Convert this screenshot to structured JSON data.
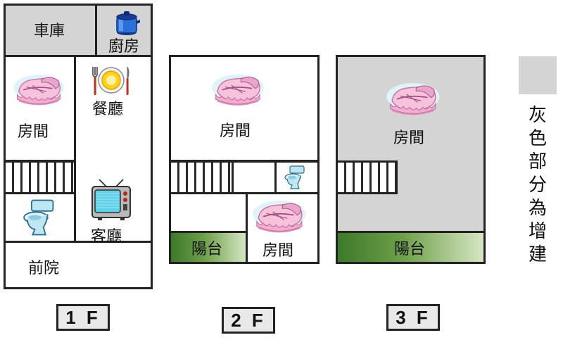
{
  "floors": [
    {
      "badge": "1 F",
      "rooms": {
        "garage": "車庫",
        "kitchen": "廚房",
        "bedroom": "房間",
        "dining": "餐廳",
        "living": "客廳",
        "front_yard": "前院"
      }
    },
    {
      "badge": "2 F",
      "rooms": {
        "bedroom_top": "房間",
        "balcony": "陽台",
        "bedroom_bottom": "房間"
      }
    },
    {
      "badge": "3 F",
      "rooms": {
        "bedroom": "房間",
        "balcony": "陽台"
      }
    }
  ],
  "legend": {
    "chars": [
      "灰",
      "色",
      "部",
      "分",
      "為",
      "增",
      "建"
    ],
    "swatch_color": "#d4d4d4"
  },
  "icons": [
    "cradle-icon",
    "cooking-pot-icon",
    "dining-plate-icon",
    "television-icon",
    "toilet-icon"
  ]
}
